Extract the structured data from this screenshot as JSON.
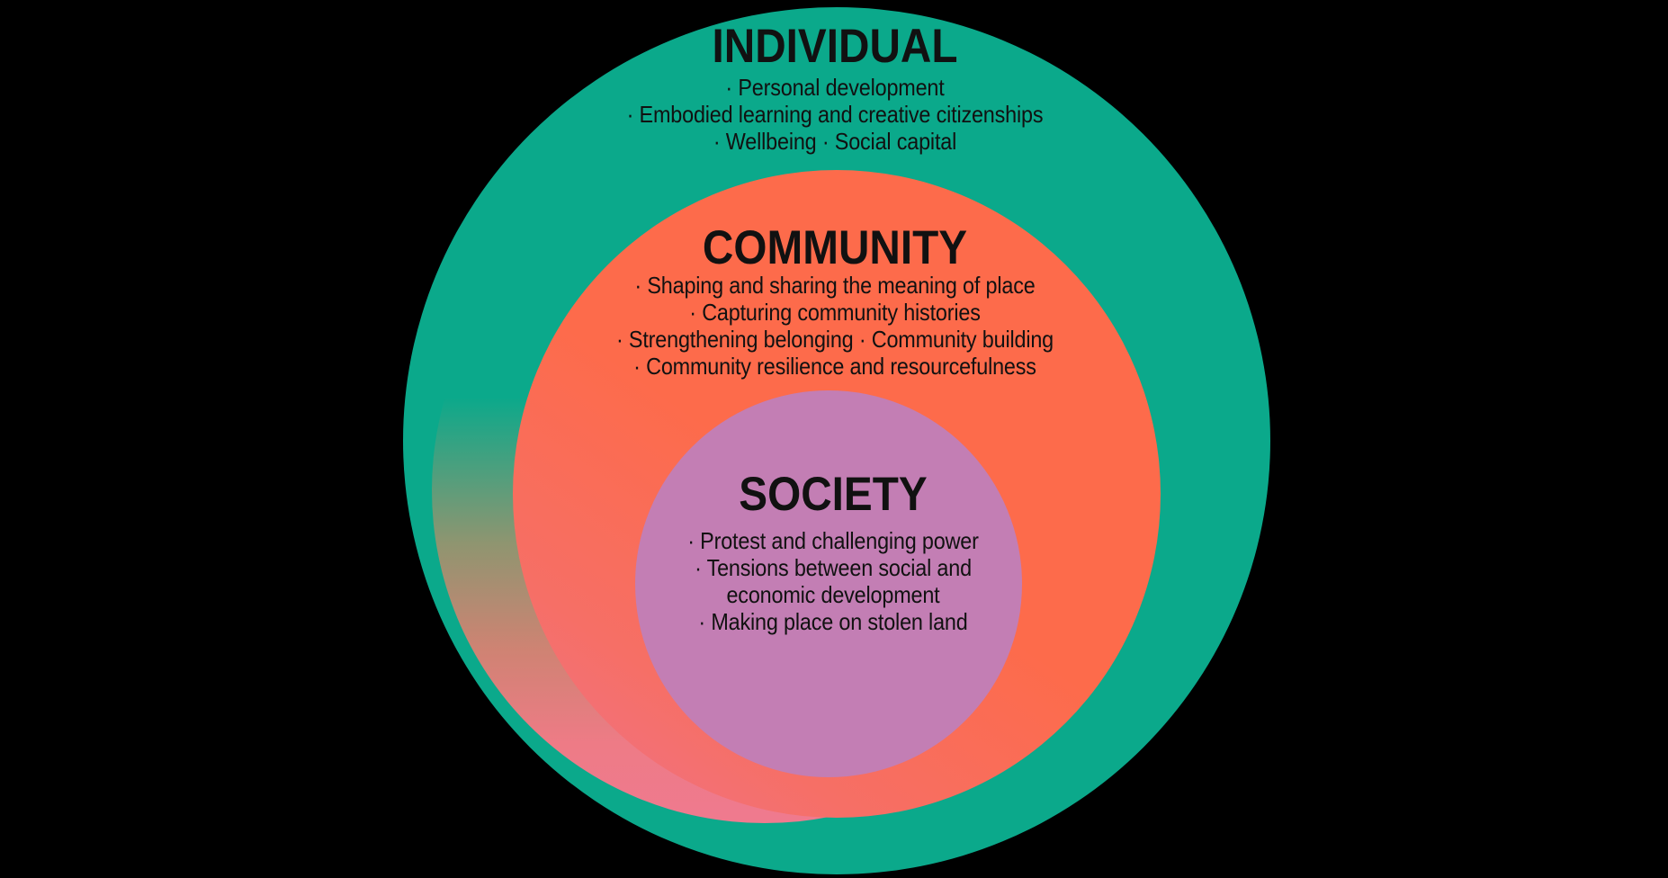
{
  "diagram": {
    "type": "nested-circles",
    "colors": {
      "background": "#000000",
      "text": "#111111",
      "green": "#0ba98b",
      "orange": "#fd6b4b",
      "orange_pink": "#ef7288",
      "purple": "#c37eb4",
      "blend_mid": "#8f9570",
      "blend_pink": "#ef7a8f"
    },
    "levels": [
      {
        "name": "individual",
        "title": "INDIVIDUAL",
        "bullet_lines": [
          "· Personal development",
          "· Embodied learning and creative citizenships",
          "· Wellbeing · Social capital"
        ]
      },
      {
        "name": "community",
        "title": "COMMUNITY",
        "bullet_lines": [
          "· Shaping and sharing the meaning of place",
          "· Capturing community histories",
          "· Strengthening belonging · Community building",
          "· Community resilience and resourcefulness"
        ]
      },
      {
        "name": "society",
        "title": "SOCIETY",
        "bullet_lines": [
          "· Protest and challenging power",
          "· Tensions between social and",
          "economic development",
          "· Making place on stolen land"
        ]
      }
    ]
  }
}
